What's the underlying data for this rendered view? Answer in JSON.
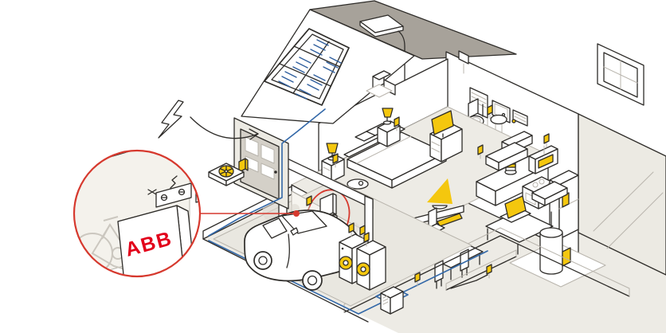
{
  "illustration": {
    "brand_label": "ABB",
    "colors": {
      "line": "#2e2c29",
      "line_light": "#b9b5ad",
      "line_faint": "#cfcbc3",
      "floor": "#edebe5",
      "wall": "#eceae3",
      "concrete": "#e9e7e0",
      "roof_gray": "#a7a29a",
      "door_gray": "#d4d0c8",
      "accent_yellow": "#f4c70e",
      "cable_blue": "#3368a8",
      "panel_blue": "#2f5f9e",
      "callout_red": "#d6392e",
      "abb_red": "#e2001a"
    },
    "objects": [
      "lightning-bolt",
      "grid-arrow",
      "magnifier-callout",
      "abb-energy-device",
      "din-rail",
      "bicycle-wall-art",
      "wall-mounted-devices",
      "callout-leader-line",
      "solar-panel-array",
      "skylight",
      "roof-vent",
      "skylight-cable",
      "solar-cable",
      "front-door",
      "doorbell",
      "ventilation-unit",
      "bed",
      "pillows",
      "bedside-lamp",
      "nightstand",
      "tv",
      "dresser",
      "robot-vacuum",
      "window-blinds",
      "mirror",
      "towel-radiator",
      "toilet",
      "sink",
      "wall-switch",
      "coffee-maker",
      "microwave",
      "cooktop",
      "refrigerator",
      "kitchen-counter",
      "upper-cabinet",
      "desk",
      "laptop",
      "ceiling-fan",
      "wall-sconce",
      "dining-table",
      "chair",
      "sofa",
      "electric-car",
      "washing-machine",
      "dryer",
      "energy-meter-box",
      "garage-cable",
      "water-heater",
      "far-window"
    ]
  }
}
